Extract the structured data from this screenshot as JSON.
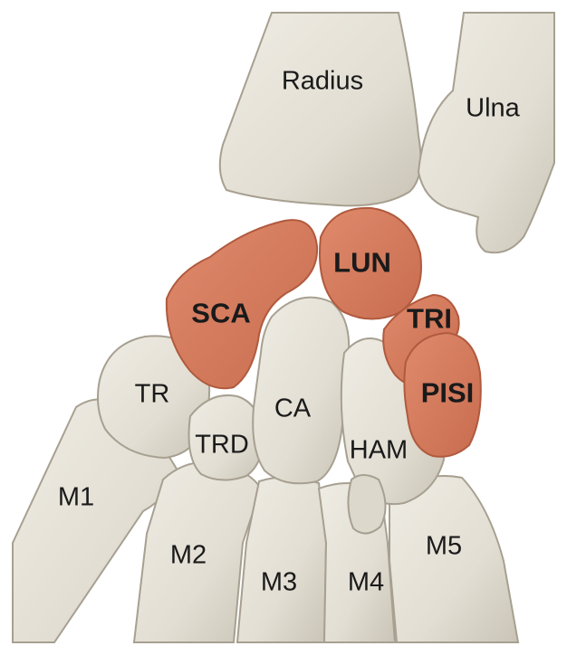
{
  "labels": {
    "radius": "Radius",
    "ulna": "Ulna",
    "scaphoid": "SCA",
    "lunate": "LUN",
    "triquetrum": "TRI",
    "pisiform": "PISI",
    "trapezium": "TR",
    "trapezoid": "TRD",
    "capitate": "CA",
    "hamate": "HAM",
    "m1": "M1",
    "m2": "M2",
    "m3": "M3",
    "m4": "M4",
    "m5": "M5"
  },
  "colors": {
    "bone": "#e4e1d7",
    "bone_shadow": "#c5c0b2",
    "bone_outline": "#a7a091",
    "highlight": "#d67a5c",
    "highlight_outline": "#b05a3e",
    "text": "#1a1a1a"
  }
}
